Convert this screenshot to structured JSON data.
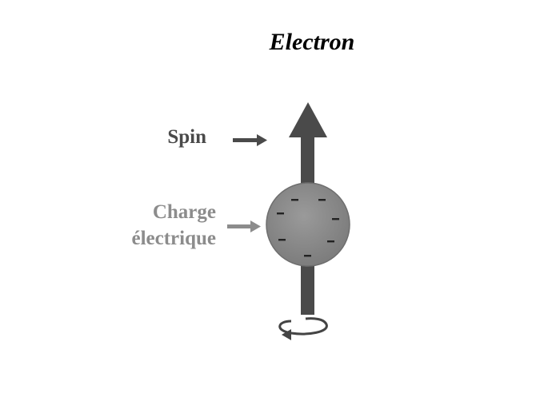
{
  "title": "Electron",
  "labels": {
    "spin": "Spin",
    "charge_line1": "Charge",
    "charge_line2": "électrique"
  },
  "particle": {
    "charge_signs": [
      "-",
      "-",
      "-",
      "-",
      "-",
      "-",
      "-"
    ]
  },
  "colors": {
    "spin_arrow": "#4a4a4a",
    "spin_label": "#4a4a4a",
    "charge_label": "#8c8c8c",
    "charge_pointer": "#8c8c8c",
    "sphere_fill": "#8a8a8a",
    "sphere_edge": "#6e6e6e",
    "minus_sign": "#222222"
  }
}
